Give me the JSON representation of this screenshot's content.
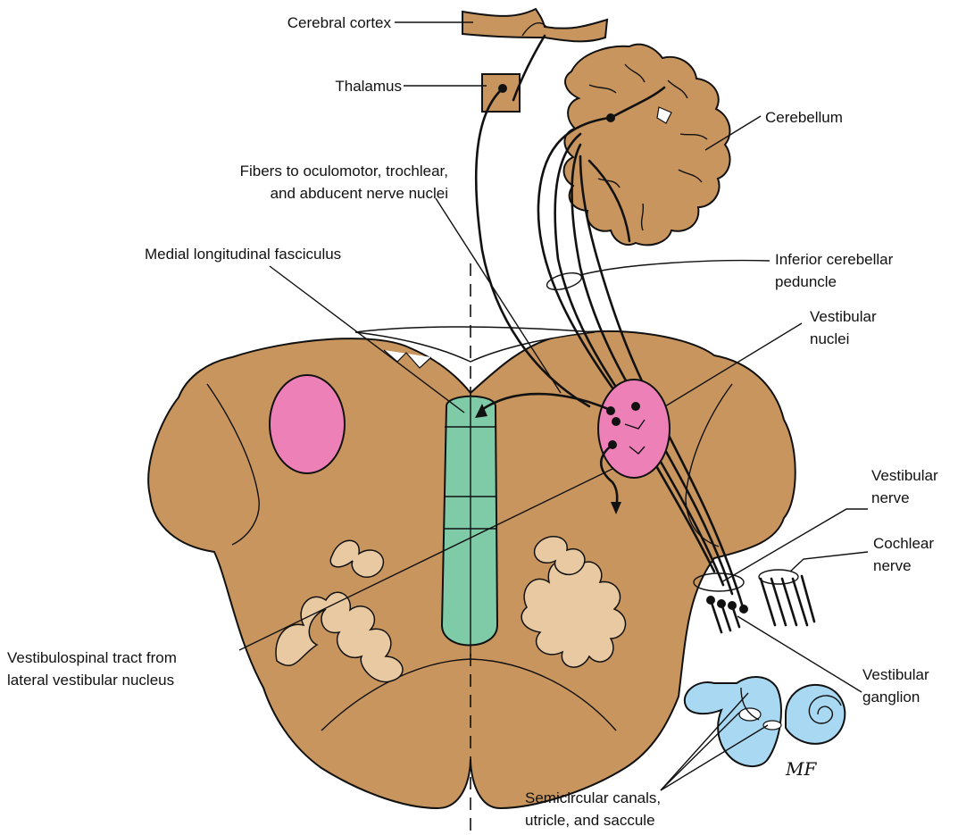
{
  "colors": {
    "tissue": "#C9955E",
    "gray_matter": "#E8C9A2",
    "nucleus_pink": "#EE80B8",
    "mlf_green": "#7FCBA8",
    "inner_ear_blue": "#A8D8F2",
    "line": "#111111"
  },
  "labels": {
    "cerebral_cortex": "Cerebral cortex",
    "thalamus": "Thalamus",
    "cerebellum": "Cerebellum",
    "fibers_line1": "Fibers to oculomotor, trochlear,",
    "fibers_line2": "and abducent nerve nuclei",
    "mlf": "Medial longitudinal fasciculus",
    "icp_line1": "Inferior cerebellar",
    "icp_line2": "peduncle",
    "vn_line1": "Vestibular",
    "vn_line2": "nuclei",
    "vnerve_line1": "Vestibular",
    "vnerve_line2": "nerve",
    "cochlear_line1": "Cochlear",
    "cochlear_line2": "nerve",
    "vst_line1": "Vestibulospinal tract from",
    "vst_line2": "lateral vestibular nucleus",
    "vganglion_line1": "Vestibular",
    "vganglion_line2": "ganglion",
    "canals_line1": "Semicircular canals,",
    "canals_line2": "utricle, and saccule"
  },
  "signature": "MF"
}
